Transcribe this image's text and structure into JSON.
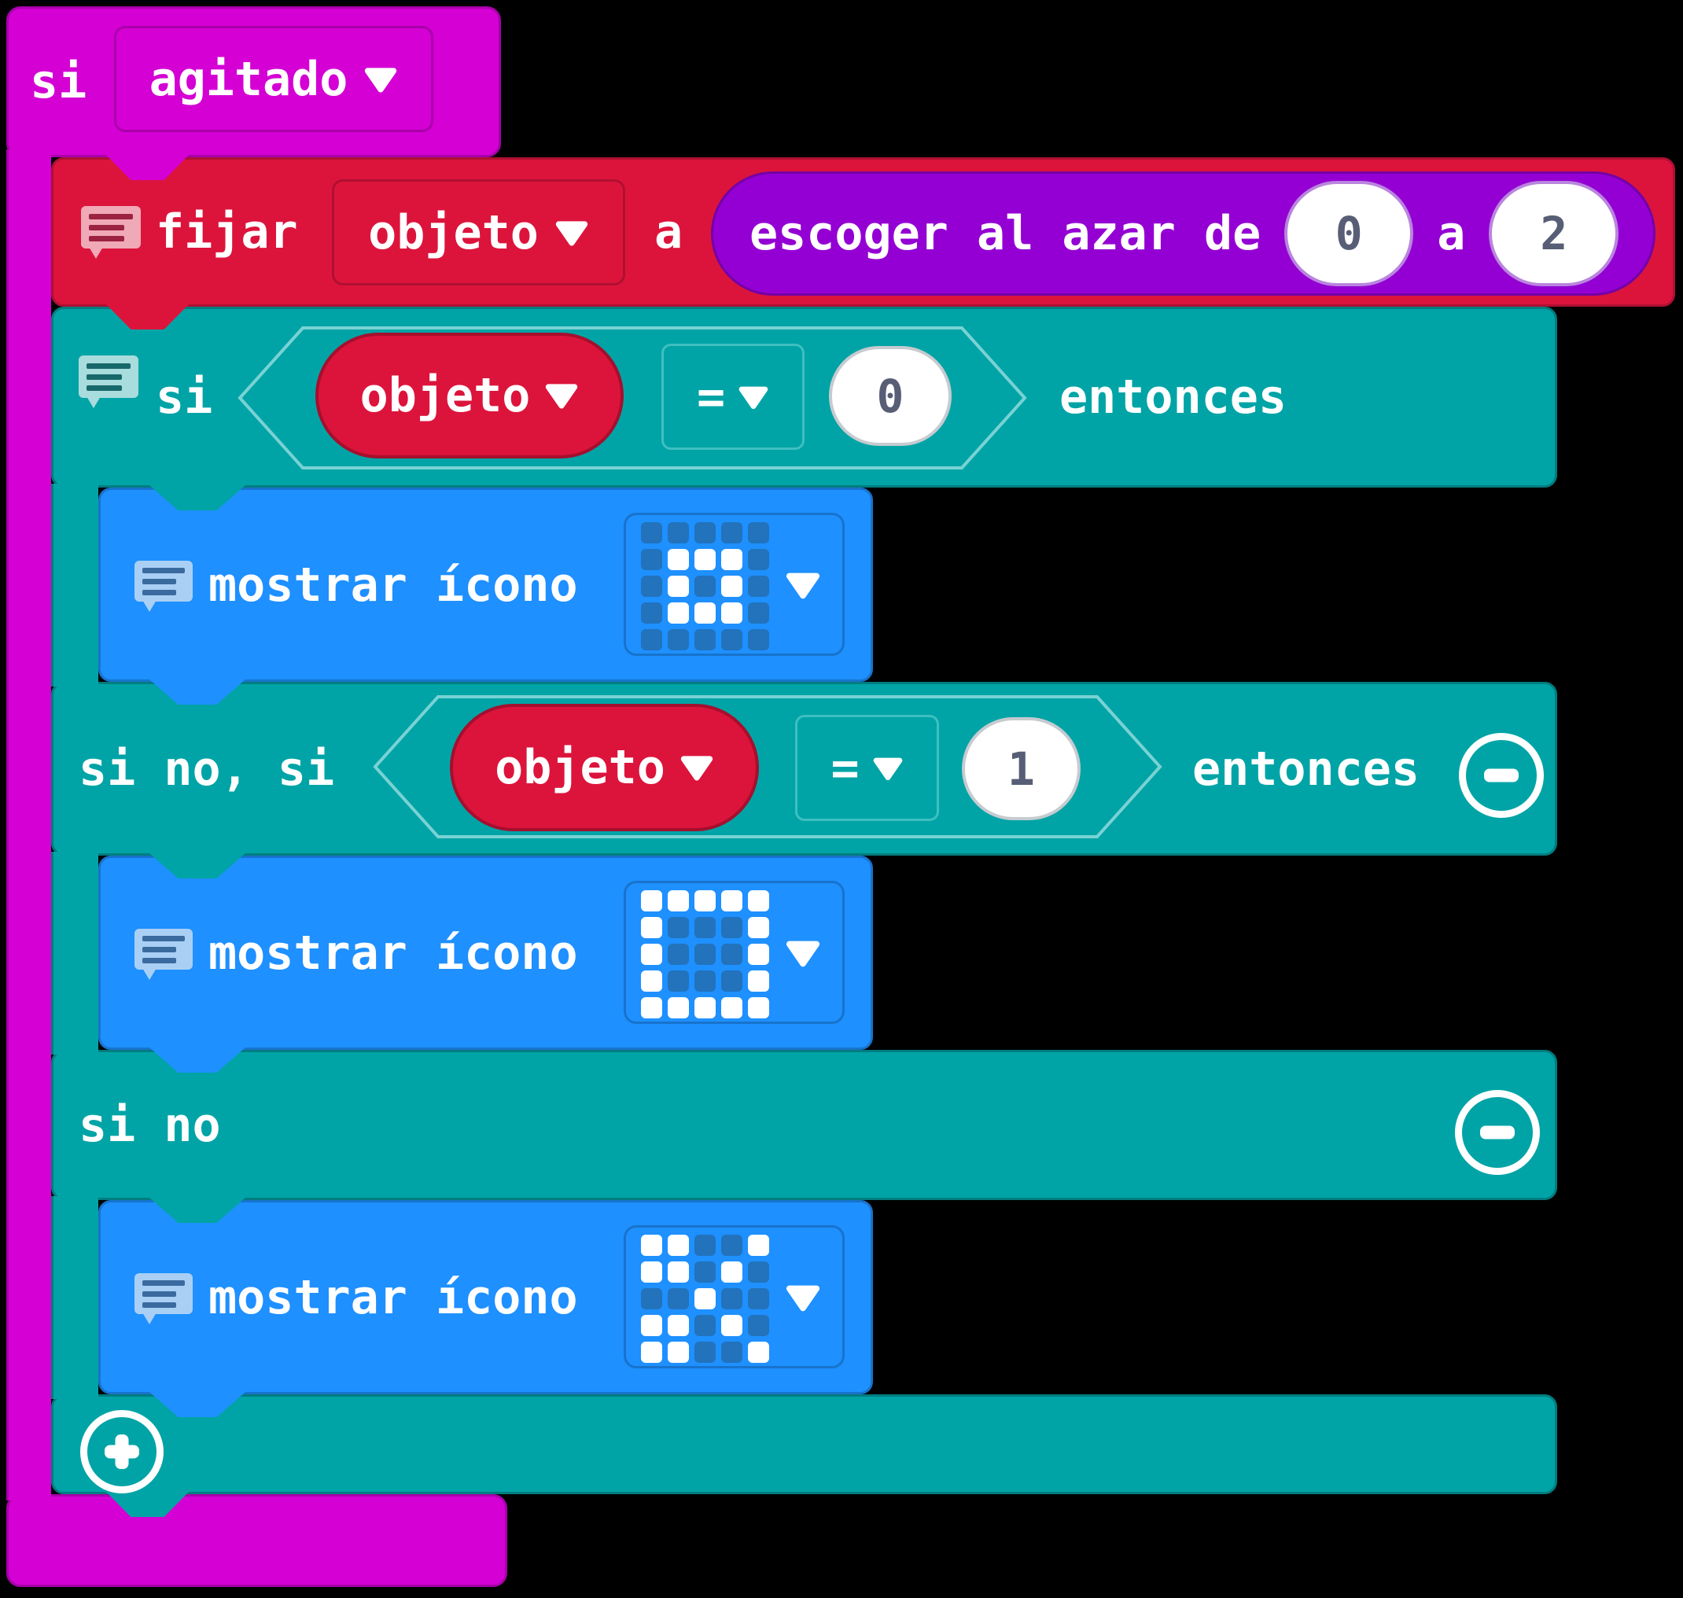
{
  "workspace": {
    "background": "#000000"
  },
  "colors": {
    "input_magenta": "#D400D4",
    "variables_red": "#DC143C",
    "math_purple": "#9400D3",
    "logic_teal": "#00A4A6",
    "basic_blue": "#1E90FF",
    "number_text": "#575E75"
  },
  "blocks": {
    "on_shake": {
      "prefix": "si",
      "event": "agitado"
    },
    "set_variable": {
      "label": "fijar",
      "variable": "objeto",
      "to_label": "a"
    },
    "random": {
      "label": "escoger al azar de",
      "from": "0",
      "a_label": "a",
      "to": "2"
    },
    "logic": {
      "if_label": "si",
      "then_label": "entonces",
      "elseif_label": "si no, si",
      "else_label": "si no",
      "cond1": {
        "variable": "objeto",
        "operator": "=",
        "value": "0"
      },
      "cond2": {
        "variable": "objeto",
        "operator": "=",
        "value": "1"
      }
    },
    "show_icon": [
      {
        "label": "mostrar ícono",
        "icon_name": "small-square",
        "grid": [
          "00000",
          "01110",
          "01010",
          "01110",
          "00000"
        ]
      },
      {
        "label": "mostrar ícono",
        "icon_name": "square",
        "grid": [
          "11111",
          "10001",
          "10001",
          "10001",
          "11111"
        ]
      },
      {
        "label": "mostrar ícono",
        "icon_name": "scissors",
        "grid": [
          "11001",
          "11010",
          "00100",
          "11010",
          "11001"
        ]
      }
    ]
  }
}
